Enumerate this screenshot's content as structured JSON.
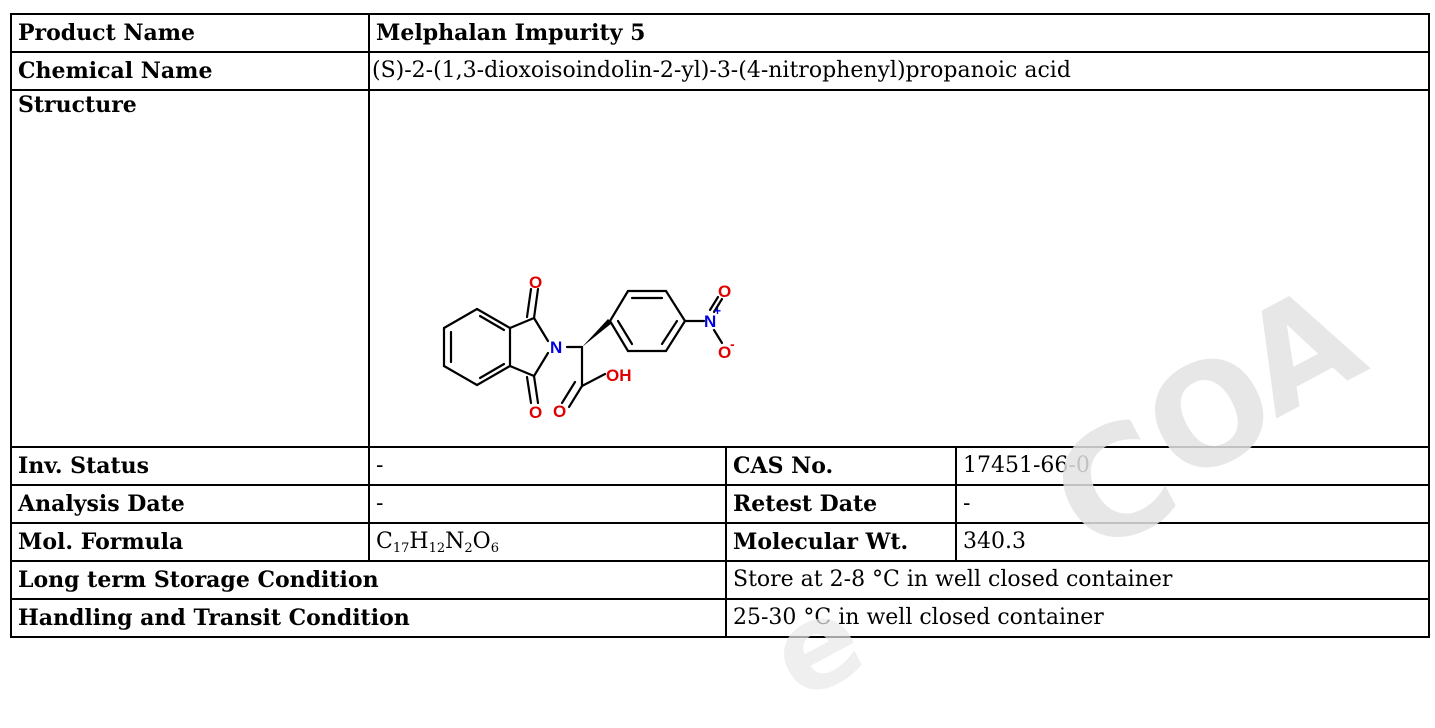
{
  "document": {
    "product_name_label": "Product Name",
    "product_name_value": "Melphalan Impurity 5",
    "chemical_name_label": "Chemical Name",
    "chemical_name_value": "(S)-2-(1,3-dioxoisoindolin-2-yl)-3-(4-nitrophenyl)propanoic acid",
    "structure_label": "Structure",
    "inv_status_label": "Inv. Status",
    "inv_status_value": "-",
    "cas_label": "CAS No.",
    "cas_value": "17451-66-0",
    "analysis_date_label": "Analysis Date",
    "analysis_date_value": "-",
    "retest_date_label": "Retest Date",
    "retest_date_value": "-",
    "mol_formula_label": "Mol. Formula",
    "mol_formula": [
      {
        "el": "C",
        "n": "17"
      },
      {
        "el": "H",
        "n": "12"
      },
      {
        "el": "N",
        "n": "2"
      },
      {
        "el": "O",
        "n": "6"
      }
    ],
    "mol_wt_label": "Molecular Wt.",
    "mol_wt_value": "340.3",
    "storage_label": "Long term Storage Condition",
    "storage_value": "Store at 2-8 °C in well closed container",
    "handling_label": "Handling and Transit Condition",
    "handling_value": "25-30 °C in well closed container"
  },
  "structure_atoms": {
    "o_top": "O",
    "o_bottom": "O",
    "n_imide": "N",
    "o_acid": "O",
    "oh": "OH",
    "n_nitro": "N",
    "n_plus": "+",
    "o_nitro_top": "O",
    "o_nitro_bottom": "O",
    "o_minus": "-"
  },
  "watermark": {
    "letters": [
      "C",
      "O",
      "A"
    ],
    "partial": "e",
    "color": "#d9d9d9"
  },
  "colors": {
    "oxygen": "#e00000",
    "nitrogen": "#0000e0"
  }
}
